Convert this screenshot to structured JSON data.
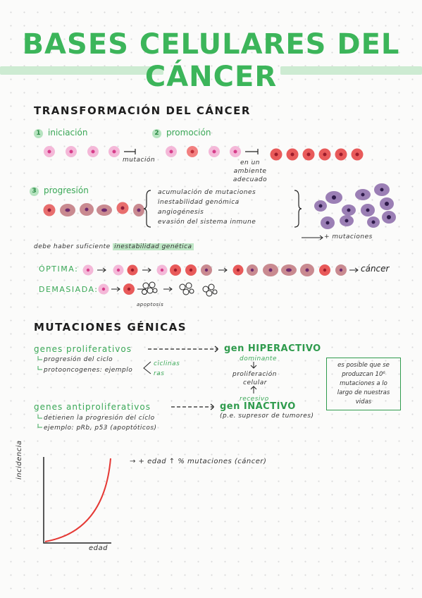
{
  "title": {
    "line1": "BASES CELULARES DEL",
    "line2": "CÁNCER"
  },
  "colors": {
    "green": "#3cb55a",
    "band": "#cdebd2",
    "pink": "#f4b8d8",
    "red": "#e85a5a",
    "purple": "#9b7fb5",
    "curve": "#e53935"
  },
  "section1": {
    "heading": "TRANSFORMACIÓN DEL CÁNCER",
    "step1": {
      "num": "1",
      "label": "iniciación",
      "arrow_note": "mutación"
    },
    "step2": {
      "num": "2",
      "label": "promoción",
      "arrow_note": "en un ambiente adecuado"
    },
    "step3": {
      "num": "3",
      "label": "progresión",
      "list": [
        "acumulación de mutaciones",
        "inestabilidad genómica",
        "angiogénesis",
        "evasión del sistema inmune"
      ],
      "arrow_note": "+ mutaciones"
    },
    "note": "debe haber suficiente",
    "note_highlight": "inestabilidad genética",
    "optima_label": "ÓPTIMA:",
    "optima_result": "cáncer",
    "demasiada_label": "DEMASIADA:",
    "apoptosis_note": "apoptosis"
  },
  "section2": {
    "heading": "MUTACIONES GÉNICAS",
    "prolif": {
      "label": "genes proliferativos",
      "sub1": "progresión del ciclo",
      "sub2": "protooncogenes: ejemplo",
      "examples": [
        "ciclinas",
        "ras"
      ],
      "result": "gen HIPERACTIVO",
      "result_note": "dominante"
    },
    "center": {
      "line1": "proliferación",
      "line2": "celular"
    },
    "antiprolif": {
      "label": "genes antiproliferativos",
      "sub1": "detienen la progresión del ciclo",
      "sub2": "ejemplo: pRb, p53 (apoptóticos)",
      "result": "gen INACTIVO",
      "result_note": "recesivo",
      "result_sub": "(p.e. supresor de tumores)"
    },
    "box_note": "es posible que se produzcan 10⁶ mutaciones a lo largo de nuestras vidas"
  },
  "graph": {
    "y_label": "incidencia",
    "x_label": "edad",
    "note": "→ + edad ↑ % mutaciones (cáncer)"
  }
}
